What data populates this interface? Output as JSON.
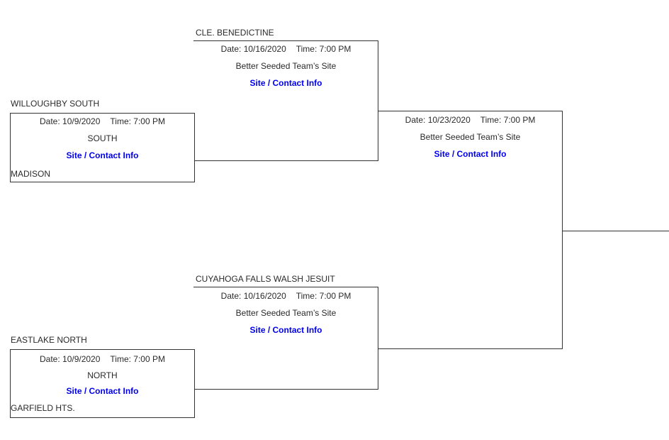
{
  "colors": {
    "background": "#ffffff",
    "line": "#333333",
    "text": "#2a2a2a",
    "link": "#0000ee"
  },
  "games": {
    "r1_south": {
      "top_team": "WILLOUGHBY SOUTH",
      "bottom_team": "MADISON",
      "date": "Date: 10/9/2020",
      "time": "Time: 7:00 PM",
      "site": "SOUTH",
      "link": "Site / Contact Info"
    },
    "semi_top": {
      "top_team": "CLE. BENEDICTINE",
      "date": "Date: 10/16/2020",
      "time": "Time: 7:00 PM",
      "site": "Better Seeded Team’s Site",
      "link": "Site / Contact Info"
    },
    "final": {
      "date": "Date: 10/23/2020",
      "time": "Time: 7:00 PM",
      "site": "Better Seeded Team’s Site",
      "link": "Site / Contact Info"
    },
    "semi_bottom": {
      "top_team": "CUYAHOGA FALLS WALSH JESUIT",
      "date": "Date: 10/16/2020",
      "time": "Time: 7:00 PM",
      "site": "Better Seeded Team’s Site",
      "link": "Site / Contact Info"
    },
    "r1_north": {
      "top_team": "EASTLAKE NORTH",
      "bottom_team": "GARFIELD HTS.",
      "date": "Date: 10/9/2020",
      "time": "Time: 7:00 PM",
      "site": "NORTH",
      "link": "Site / Contact Info"
    }
  }
}
